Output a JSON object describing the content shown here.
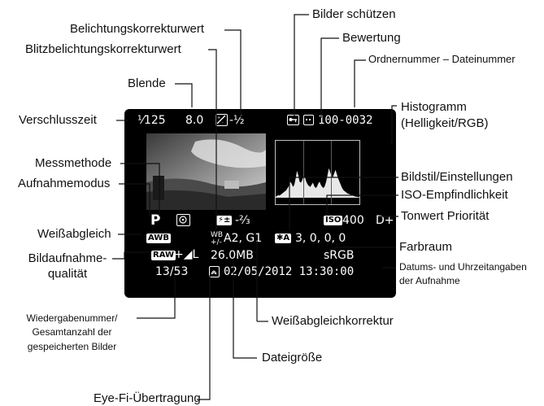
{
  "labels": {
    "belichtungskorrektur": "Belichtungskorrekturwert",
    "blitzbelichtungskorrektur": "Blitzbelichtungskorrekturwert",
    "blende": "Blende",
    "verschlusszeit": "Verschlusszeit",
    "messmethode": "Messmethode",
    "aufnahmemodus": "Aufnahmemodus",
    "weissabgleich": "Weißabgleich",
    "bildaufnahmequalitaet_1": "Bildaufnahme-",
    "bildaufnahmequalitaet_2": "qualität",
    "wiedergabenummer_1": "Wiedergabenummer/",
    "wiedergabenummer_2": "Gesamtanzahl der",
    "wiedergabenummer_3": "gespeicherten Bilder",
    "eyefi": "Eye-Fi-Übertragung",
    "dateigroesse": "Dateigröße",
    "weissabgleichkorrektur": "Weißabgleichkorrektur",
    "bilder_schuetzen": "Bilder schützen",
    "bewertung": "Bewertung",
    "ordnernummer": "Ordnernummer – Dateinummer",
    "histogramm_1": "Histogramm",
    "histogramm_2": "(Helligkeit/RGB)",
    "bildstil": "Bildstil/Einstellungen",
    "iso": "ISO-Empfindlichkeit",
    "tonwert": "Tonwert Priorität",
    "farbraum": "Farbraum",
    "datum_1": "Datums- und Uhrzeitangaben",
    "datum_2": "der Aufnahme"
  },
  "screen": {
    "shutter": "¹⁄125",
    "aperture": "8.0",
    "exposure_comp": "-½",
    "folder_file": "100-0032",
    "flash_comp": "-²⁄₃",
    "mode": "P",
    "iso_badge": "ISO",
    "iso_value": "400",
    "tone_priority": "D+",
    "wb_badge": "AWB",
    "wb_corr": "A2, G1",
    "picture_style": "3, 0, 0, 0",
    "raw_badge": "RAW",
    "quality": "+◢L",
    "file_size": "26.0MB",
    "color_space": "sRGB",
    "playback_num": "13/53",
    "datetime": "02/05/2012 13:30:00"
  },
  "histogram": {
    "levels": [
      0.02,
      0.03,
      0.05,
      0.04,
      0.06,
      0.08,
      0.1,
      0.12,
      0.14,
      0.18,
      0.22,
      0.3,
      0.26,
      0.2,
      0.24,
      0.35,
      0.5,
      0.42,
      0.3,
      0.28,
      0.33,
      0.4,
      0.38,
      0.3,
      0.25,
      0.22,
      0.2,
      0.24,
      0.28,
      0.22,
      0.18,
      0.2,
      0.26,
      0.3,
      0.24,
      0.2,
      0.18,
      0.22,
      0.3,
      0.42,
      0.55,
      0.48,
      0.4,
      0.38,
      0.45,
      0.52,
      0.44,
      0.36,
      0.3,
      0.24,
      0.18,
      0.14,
      0.12,
      0.1,
      0.08,
      0.07,
      0.06,
      0.05,
      0.04,
      0.03,
      0.02,
      0.02,
      0.01,
      0.01
    ]
  }
}
